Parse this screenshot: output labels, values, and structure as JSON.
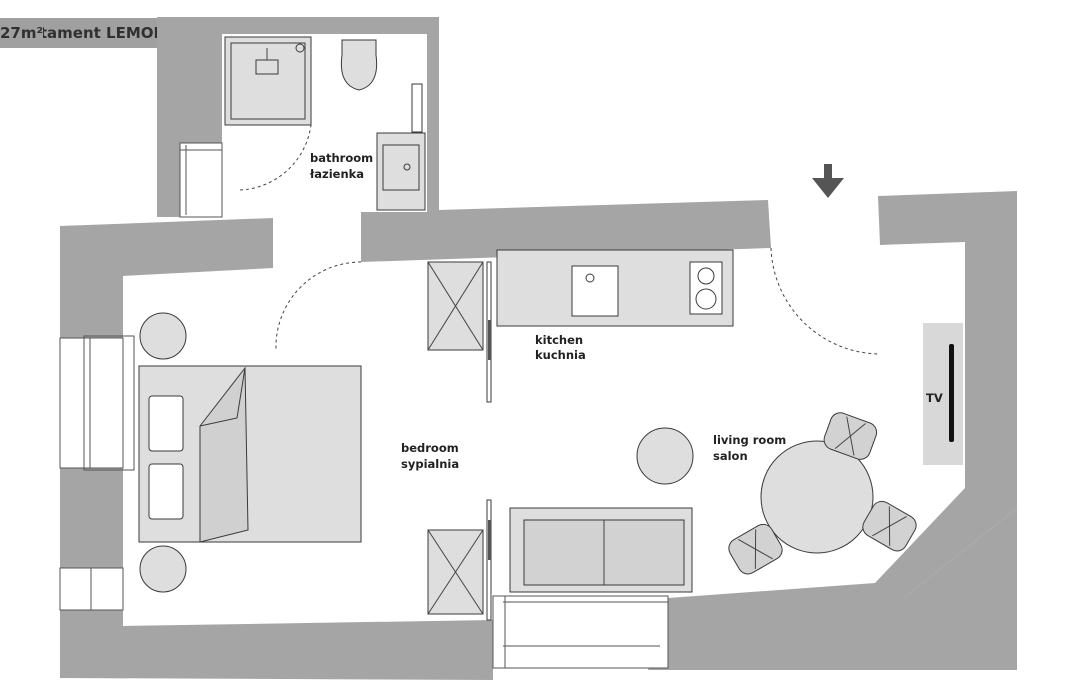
{
  "header": {
    "apartment_name": "Apartament LEMON",
    "area": "27m²"
  },
  "rooms": {
    "bathroom": {
      "en": "bathroom",
      "pl": "łazienka"
    },
    "kitchen": {
      "en": "kitchen",
      "pl": "kuchnia"
    },
    "bedroom": {
      "en": "bedroom",
      "pl": "sypialnia"
    },
    "living": {
      "en": "living room",
      "pl": "salon"
    }
  },
  "tv_label": "TV",
  "colors": {
    "wall": "#a5a5a5",
    "furniture": "#dedede",
    "badge": "#a0a0a0",
    "arrow": "#555555"
  }
}
